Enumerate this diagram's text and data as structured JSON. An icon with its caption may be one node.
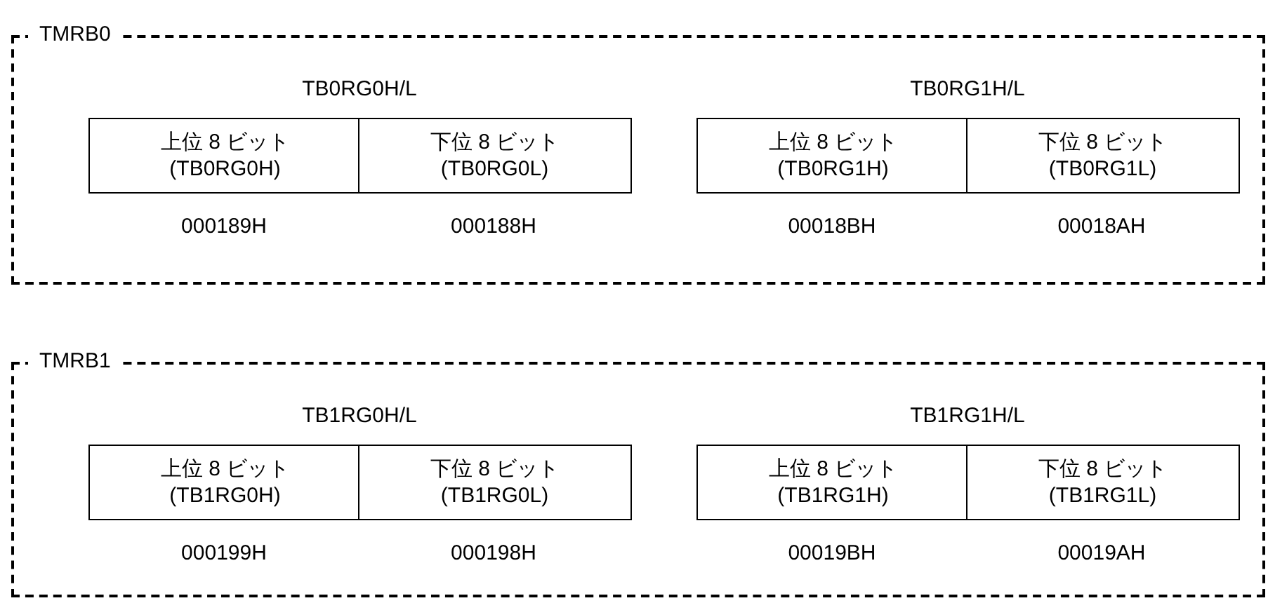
{
  "diagram": {
    "nodes": [
      {
        "text": [
          "TMRB0"
        ]
      },
      {
        "text": [
          "上位 8 ビット",
          "(TB0RG0H)"
        ],
        "in": 0,
        "beside": [
          "000189H"
        ]
      },
      {
        "text": [
          "下位 8 ビット",
          "(TB0RG0L)"
        ],
        "in": 0,
        "beside": [
          "000188H"
        ]
      },
      {
        "text": [
          "上位 8 ビット",
          "(TB0RG1H)"
        ],
        "in": 0,
        "beside": [
          "00018BH"
        ]
      },
      {
        "text": [
          "下位 8 ビット",
          "(TB0RG1L)"
        ],
        "in": 0,
        "beside": [
          "00018AH"
        ]
      },
      {
        "text": [
          "TMRB1"
        ]
      },
      {
        "text": [
          "上位 8 ビット",
          "(TB1RG0H)"
        ],
        "in": 5,
        "beside": [
          "000199H"
        ]
      },
      {
        "text": [
          "下位 8 ビット",
          "(TB1RG0L)"
        ],
        "in": 5,
        "beside": [
          "000198H"
        ]
      },
      {
        "text": [
          "上位 8 ビット",
          "(TB1RG1H)"
        ],
        "in": 5,
        "beside": [
          "00019BH"
        ]
      },
      {
        "text": [
          "下位 8 ビット",
          "(TB1RG1L)"
        ],
        "in": 5,
        "beside": [
          "00019AH"
        ]
      }
    ],
    "labels": [
      "TB0RG0H/L",
      "TB0RG1H/L",
      "TB1RG0H/L",
      "TB1RG1H/L"
    ]
  }
}
